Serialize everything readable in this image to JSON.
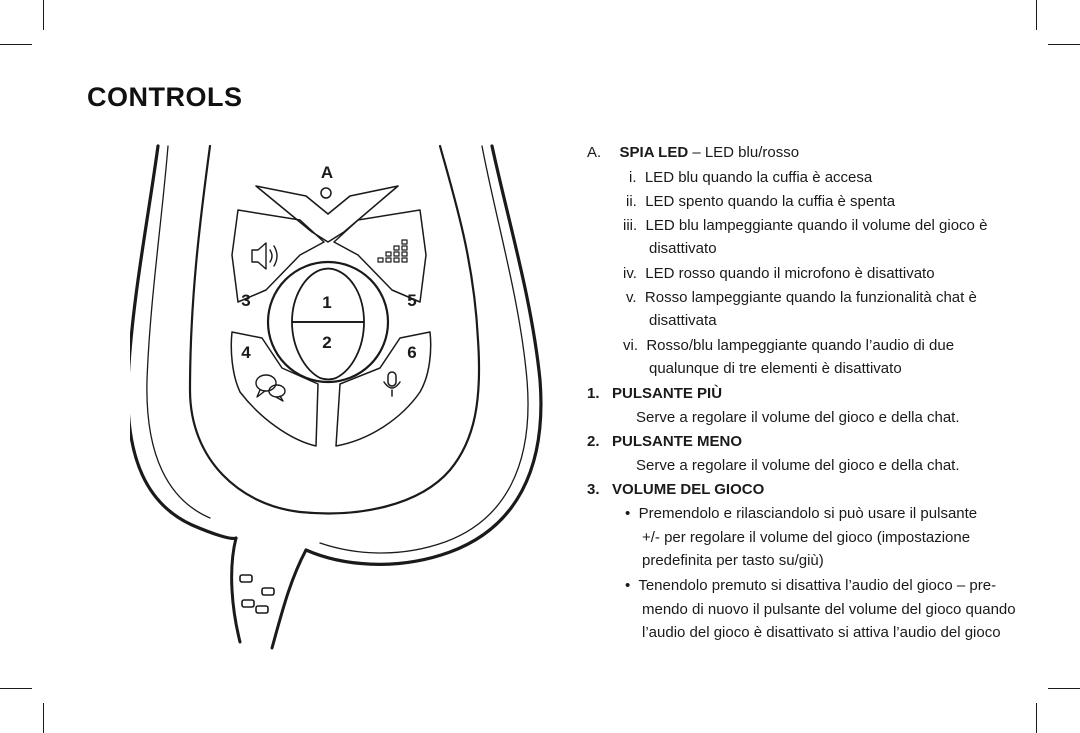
{
  "page": {
    "title": "CONTROLS"
  },
  "diagram": {
    "labels": {
      "a": "A",
      "one": "1",
      "two": "2",
      "three": "3",
      "four": "4",
      "five": "5",
      "six": "6"
    },
    "icons": [
      "speaker-icon",
      "volume-bars-icon",
      "chat-bubbles-icon",
      "microphone-icon",
      "led-indicator-icon",
      "arrow-up-icon",
      "arrow-down-icon"
    ]
  },
  "sections": {
    "a": {
      "marker": "A.",
      "heading": "SPIA LED",
      "suffix": " – LED blu/rosso",
      "items": [
        {
          "marker": "i.",
          "text": "LED blu quando la cuffia è accesa"
        },
        {
          "marker": "ii.",
          "text": "LED spento quando la cuffia è spenta"
        },
        {
          "marker": "iii.",
          "line1": "LED blu lampeggiante quando il volume del gioco è",
          "line2": "disattivato"
        },
        {
          "marker": "iv.",
          "text": "LED rosso quando il microfono è disattivato"
        },
        {
          "marker": "v.",
          "line1": "Rosso lampeggiante quando la funzionalità chat è",
          "line2": "disattivata"
        },
        {
          "marker": "vi.",
          "line1": "Rosso/blu lampeggiante quando l’audio di due",
          "line2": "qualunque di tre elementi è disattivato"
        }
      ]
    },
    "s1": {
      "marker": "1.",
      "heading": "PULSANTE PIÙ",
      "text": "Serve a regolare il volume del gioco e della chat."
    },
    "s2": {
      "marker": "2.",
      "heading": "PULSANTE MENO",
      "text": "Serve a regolare il volume del gioco e della chat."
    },
    "s3": {
      "marker": "3.",
      "heading": "VOLUME DEL GIOCO",
      "bullet": "•",
      "b1": {
        "line1": "Premendolo e rilasciandolo si può usare il pulsante",
        "line2": "+/- per regolare il volume del gioco (impostazione",
        "line3": "predefinita per tasto su/giù)"
      },
      "b2": {
        "line1": "Tenendolo premuto si disattiva l’audio del gioco – pre-",
        "line2": "mendo di nuovo il pulsante del volume del gioco quando",
        "line3": "l’audio del gioco è disattivato si attiva l’audio del gioco"
      }
    }
  }
}
